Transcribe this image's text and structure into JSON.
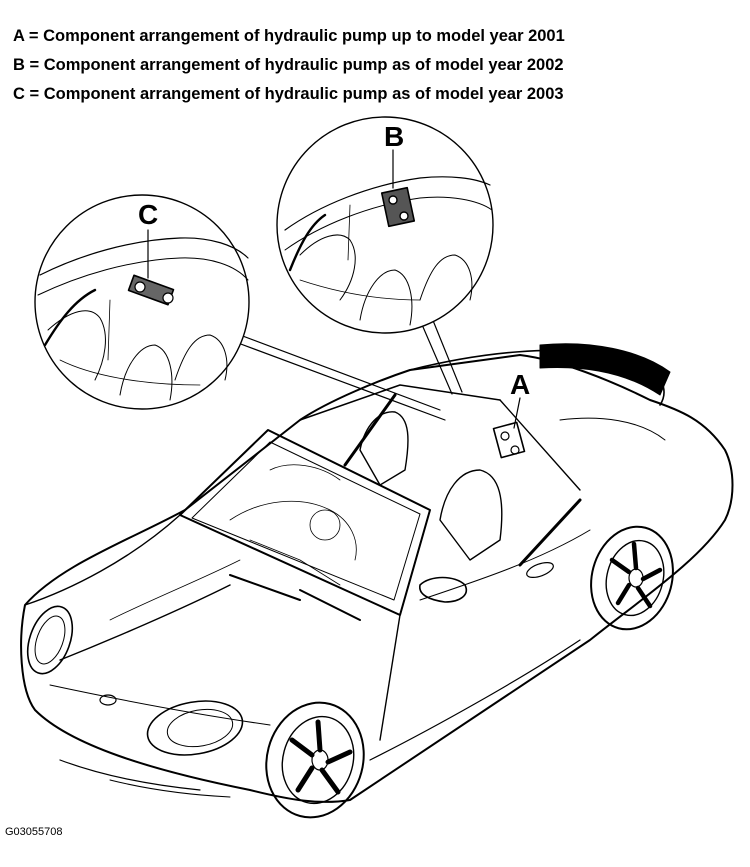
{
  "legend": [
    "A = Component arrangement of hydraulic pump up to model year 2001",
    "B = Component arrangement of hydraulic pump as of model year 2002",
    "C = Component arrangement of hydraulic pump as of model year 2003"
  ],
  "callouts": {
    "a": "A",
    "b": "B",
    "c": "C"
  },
  "figure_id": "G03055708"
}
